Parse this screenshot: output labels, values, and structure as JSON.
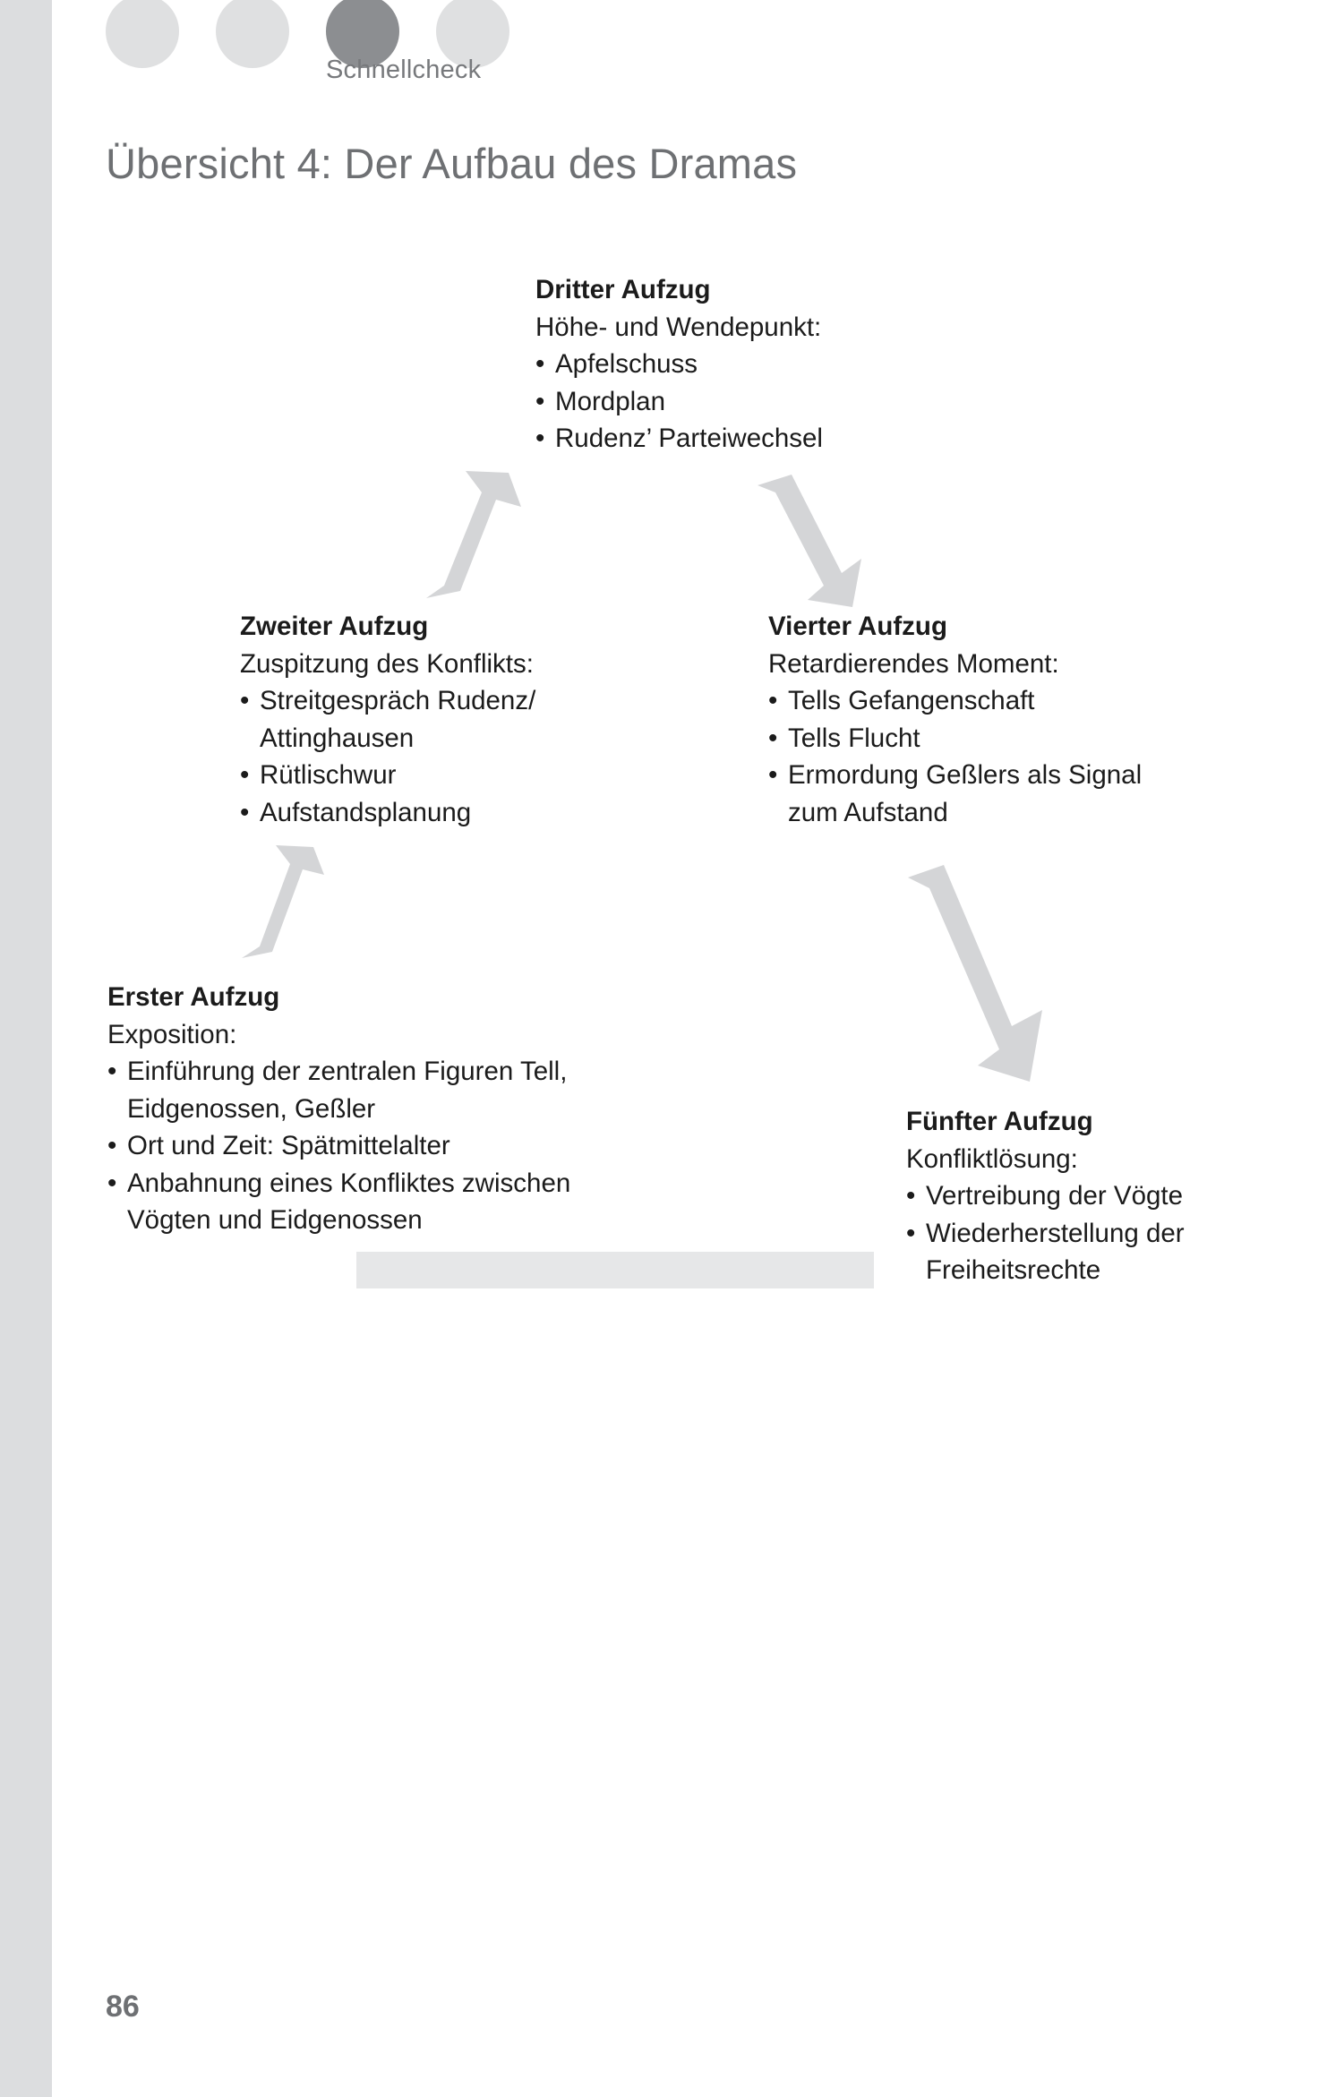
{
  "header": {
    "dots": [
      {
        "name": "dot-1",
        "active": false
      },
      {
        "name": "dot-2",
        "active": false
      },
      {
        "name": "dot-3",
        "active": true
      },
      {
        "name": "dot-4",
        "active": false
      }
    ],
    "section_label": "Schnellcheck"
  },
  "page_title": "Übersicht 4: Der Aufbau des Dramas",
  "page_number": "86",
  "colors": {
    "left_band": "#dcdddf",
    "dot_inactive": "#dfe0e1",
    "dot_active": "#8c8e91",
    "title_text": "#6e7073",
    "body_text": "#1b1b1b",
    "arrow_fill": "#d4d5d7",
    "gray_bar": "#e6e7e8"
  },
  "acts": {
    "act1": {
      "title": "Erster Aufzug",
      "subtitle": "Exposition:",
      "items": [
        "Einführung der zentralen Figuren Tell, Eidgenossen, Geßler",
        "Ort und Zeit: Spätmittelalter",
        "Anbahnung eines Konfliktes zwischen Vögten und Eidgenossen"
      ]
    },
    "act2": {
      "title": "Zweiter Aufzug",
      "subtitle": "Zuspitzung des Konflikts:",
      "items": [
        "Streitgespräch Rudenz/ Attinghausen",
        "Rütlischwur",
        "Aufstandsplanung"
      ]
    },
    "act3": {
      "title": "Dritter Aufzug",
      "subtitle": "Höhe- und Wendepunkt:",
      "items": [
        "Apfelschuss",
        "Mordplan",
        "Rudenz’ Parteiwechsel"
      ]
    },
    "act4": {
      "title": "Vierter Aufzug",
      "subtitle": "Retardierendes Moment:",
      "items": [
        "Tells Gefangenschaft",
        "Tells Flucht",
        "Ermordung Geßlers als Signal zum Aufstand"
      ]
    },
    "act5": {
      "title": "Fünfter Aufzug",
      "subtitle": "Konfliktlösung:",
      "items": [
        "Vertreibung der Vögte",
        "Wiederherstellung der Freiheitsrechte"
      ]
    }
  },
  "arrows": [
    {
      "name": "arrow-act1-to-act2",
      "direction": "up-right"
    },
    {
      "name": "arrow-act2-to-act3",
      "direction": "up-right"
    },
    {
      "name": "arrow-act3-to-act4",
      "direction": "down-right"
    },
    {
      "name": "arrow-act4-to-act5",
      "direction": "down-right"
    }
  ]
}
